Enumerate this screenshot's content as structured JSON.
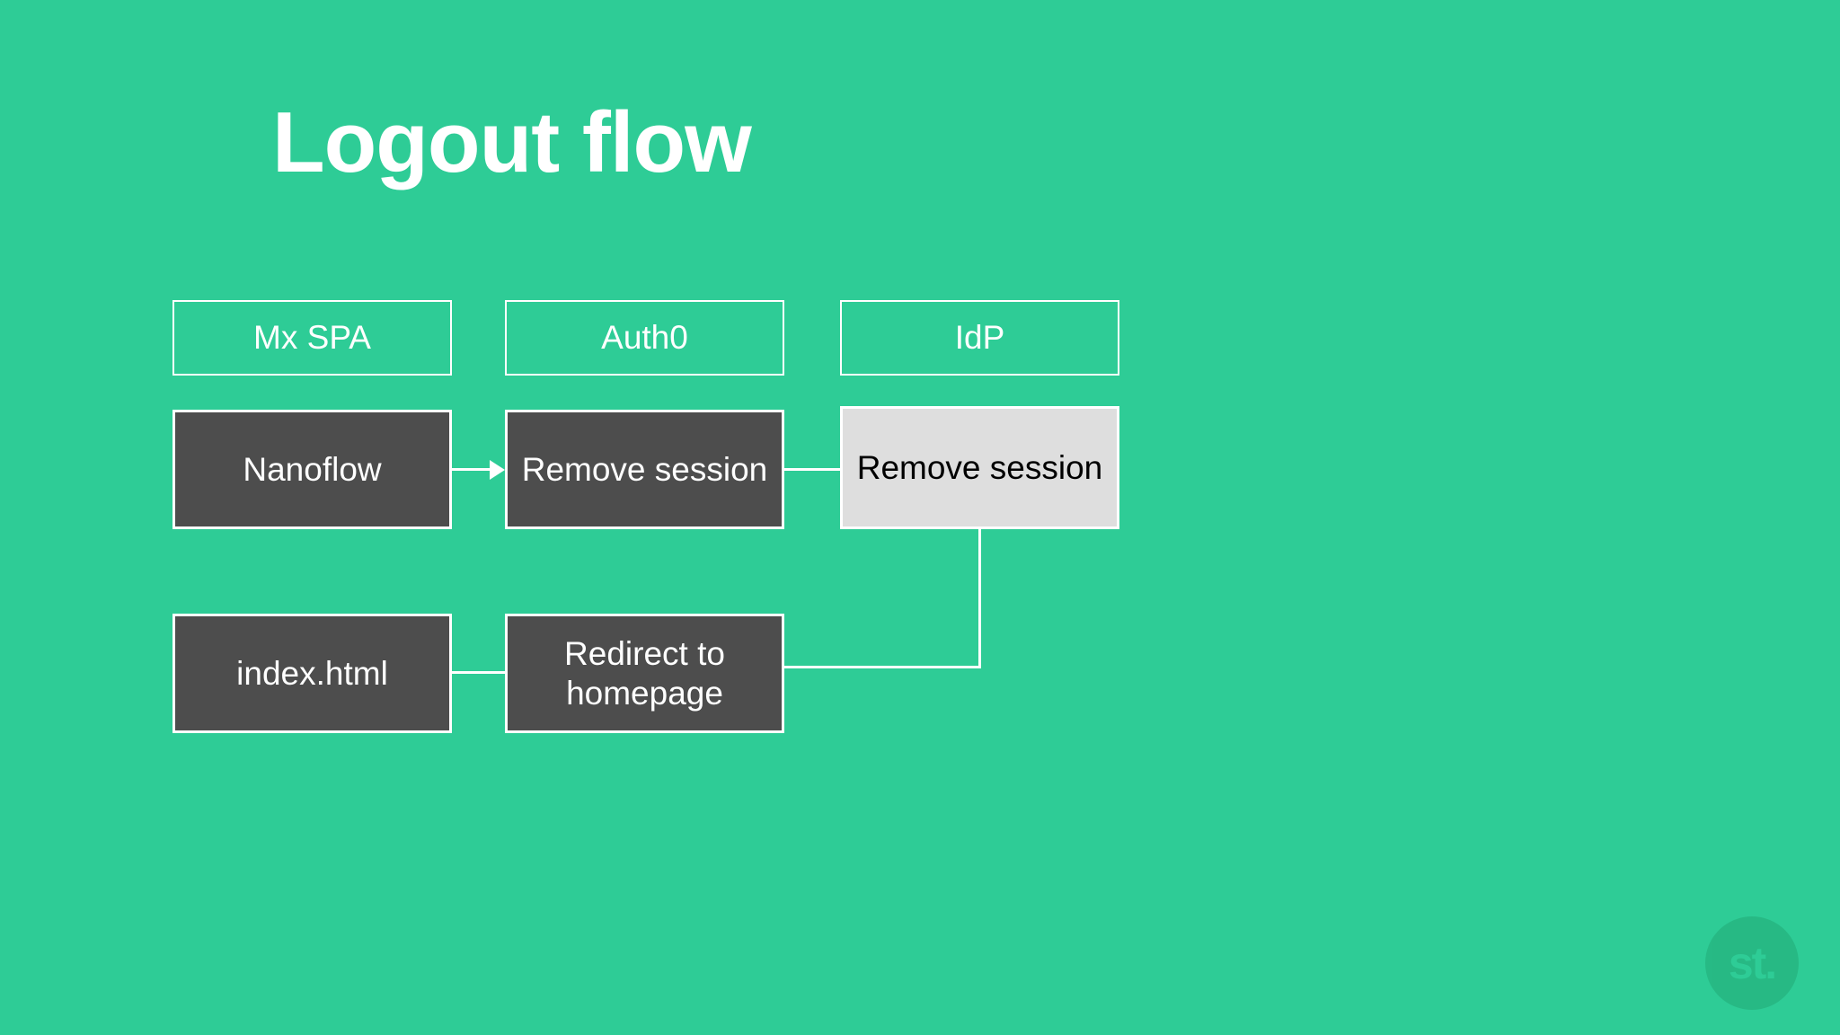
{
  "slide": {
    "title": "Logout flow",
    "background_color": "#2ecc96",
    "title_color": "#ffffff"
  },
  "colors": {
    "background": "#2ecc96",
    "stroke": "#ffffff",
    "dark_node_fill": "#4d4d4d",
    "dark_node_text": "#ffffff",
    "light_node_fill": "#dedede",
    "light_node_text": "#000000",
    "watermark": "#27b884"
  },
  "diagram": {
    "lanes": [
      {
        "id": "lane-mx-spa",
        "label": "Mx SPA"
      },
      {
        "id": "lane-auth0",
        "label": "Auth0"
      },
      {
        "id": "lane-idp",
        "label": "IdP"
      }
    ],
    "nodes": [
      {
        "id": "node-nanoflow",
        "label": "Nanoflow",
        "lane": "lane-mx-spa",
        "row": 1,
        "style": "dark"
      },
      {
        "id": "node-remove-session-auth0",
        "label": "Remove session",
        "lane": "lane-auth0",
        "row": 1,
        "style": "dark"
      },
      {
        "id": "node-remove-session-idp",
        "label": "Remove session",
        "lane": "lane-idp",
        "row": 1,
        "style": "light"
      },
      {
        "id": "node-index-html",
        "label": "index.html",
        "lane": "lane-mx-spa",
        "row": 2,
        "style": "dark"
      },
      {
        "id": "node-redirect-homepage",
        "label": "Redirect to homepage",
        "lane": "lane-auth0",
        "row": 2,
        "style": "dark"
      }
    ],
    "connectors": [
      {
        "id": "conn-nanoflow-to-remove-session-auth0",
        "from": "node-nanoflow",
        "to": "node-remove-session-auth0",
        "arrow": true
      },
      {
        "id": "conn-remove-session-auth0-to-idp",
        "from": "node-remove-session-auth0",
        "to": "node-remove-session-idp",
        "arrow": false
      },
      {
        "id": "conn-remove-session-idp-to-redirect",
        "from": "node-remove-session-idp",
        "to": "node-redirect-homepage",
        "arrow": false
      }
    ]
  },
  "watermark": {
    "label": "st."
  }
}
